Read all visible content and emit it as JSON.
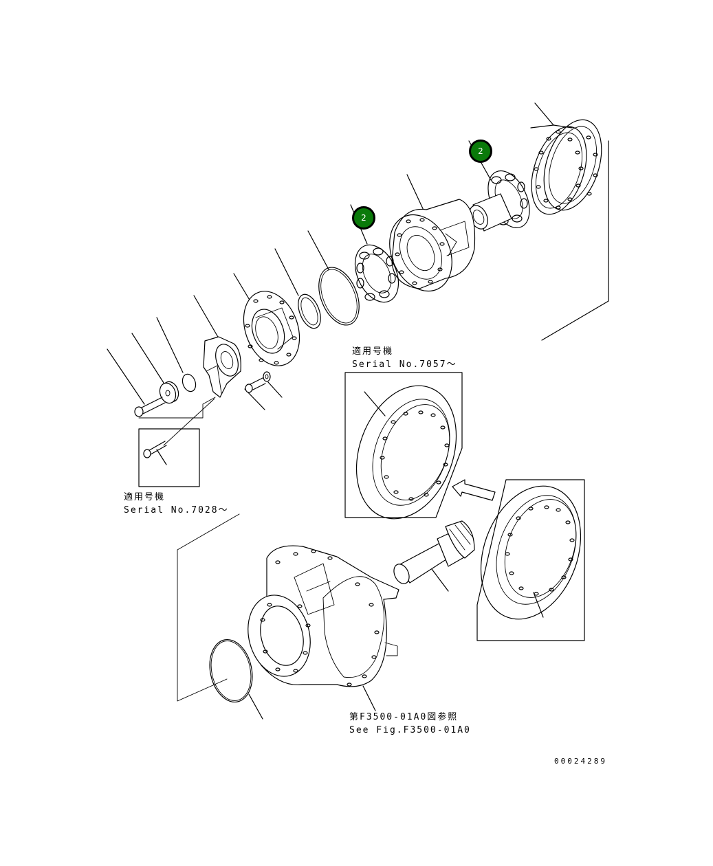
{
  "labels": {
    "serial_7057_jp": "適用号機",
    "serial_7057_en": "Serial No.7057～",
    "serial_7028_jp": "適用号機",
    "serial_7028_en": "Serial No.7028～",
    "see_fig_jp": "第F3500-01A0図参照",
    "see_fig_en": "See Fig.F3500-01A0",
    "drawing_number": "00024289"
  },
  "callouts": [
    {
      "id": "callout-bearing-left",
      "text": "2",
      "color": "#0a7a0a"
    },
    {
      "id": "callout-bearing-right",
      "text": "2",
      "color": "#0a7a0a"
    }
  ]
}
